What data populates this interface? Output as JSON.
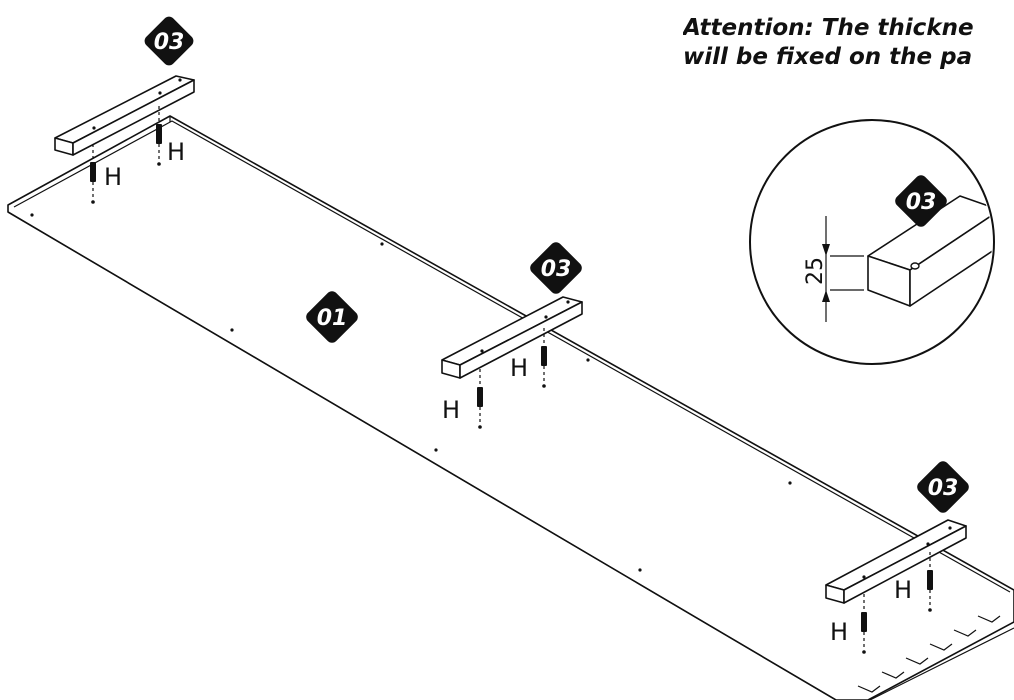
{
  "note": {
    "line1": "Attention: The thickne",
    "line2": "will be fixed on the pa"
  },
  "parts": {
    "panel_label": "01",
    "rail_label": "03"
  },
  "hardware": {
    "fastener_label": "H"
  },
  "detail": {
    "thickness_value": "25"
  }
}
